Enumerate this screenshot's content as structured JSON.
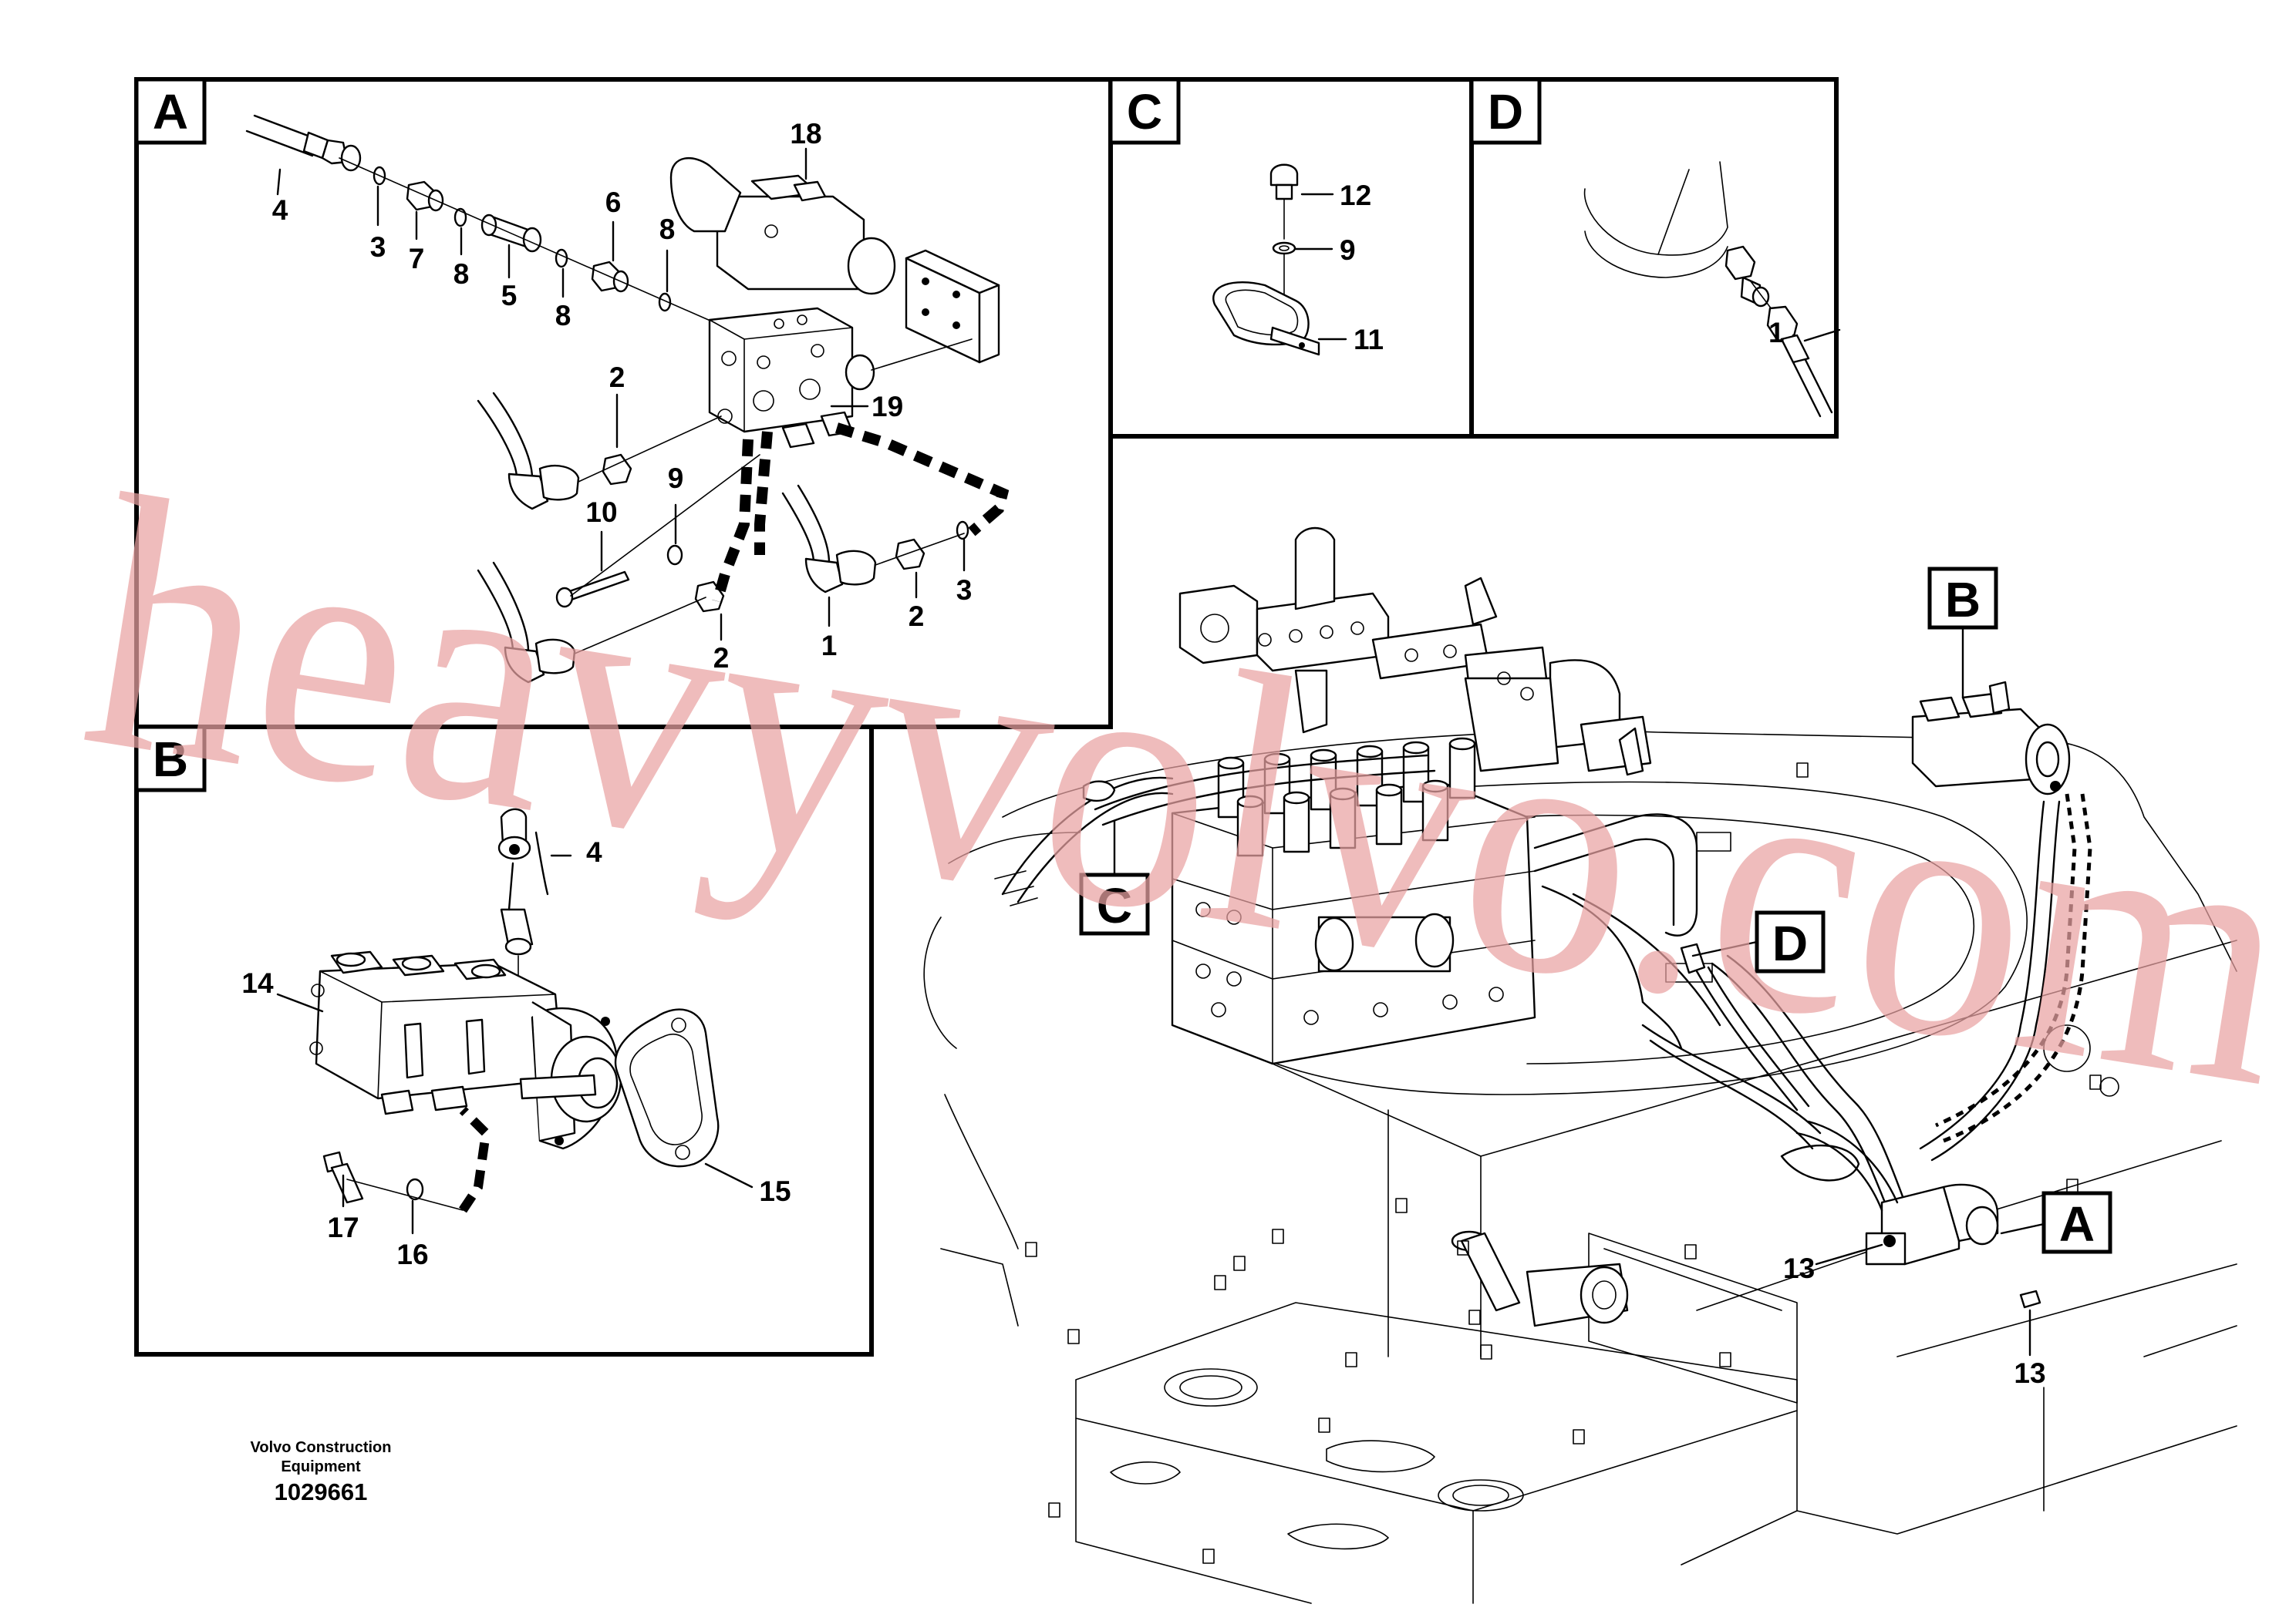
{
  "panels": {
    "A": {
      "letter": "A",
      "callouts": {
        "c4": "4",
        "c3a": "3",
        "c7": "7",
        "c8a": "8",
        "c5": "5",
        "c8b": "8",
        "c6": "6",
        "c8c": "8",
        "c18": "18",
        "c19": "19",
        "c2a": "2",
        "c9": "9",
        "c10": "10",
        "c2b": "2",
        "c1": "1",
        "c2c": "2",
        "c3b": "3"
      }
    },
    "B": {
      "letter": "B",
      "callouts": {
        "c4": "4",
        "c14": "14",
        "c15": "15",
        "c17": "17",
        "c16": "16"
      }
    },
    "C": {
      "letter": "C",
      "callouts": {
        "c12": "12",
        "c9": "9",
        "c11": "11"
      }
    },
    "D": {
      "letter": "D",
      "callouts": {
        "c1": "1"
      }
    }
  },
  "main_view": {
    "location_tags": {
      "B": "B",
      "C": "C",
      "D": "D",
      "A": "A"
    },
    "callouts": {
      "c13a": "13",
      "c13b": "13"
    }
  },
  "footer": {
    "company_line1": "Volvo Construction",
    "company_line2": "Equipment",
    "drawing_number": "1029661"
  },
  "watermark": {
    "text": "heavyvolvo.com",
    "color": "#e9a2a2"
  },
  "colors": {
    "ink": "#000000",
    "background": "#ffffff"
  }
}
